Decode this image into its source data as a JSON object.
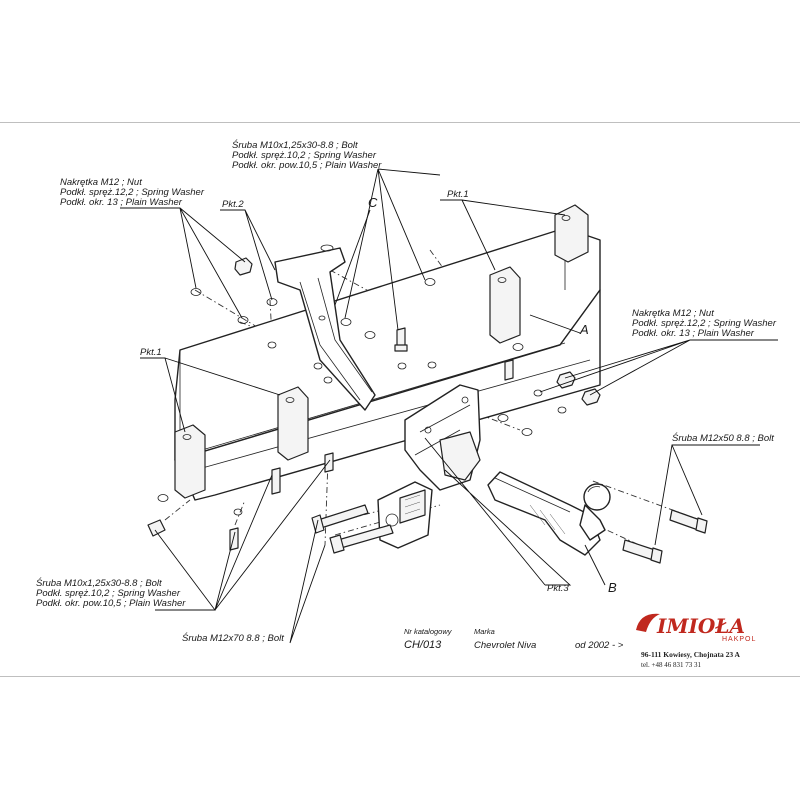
{
  "labels": {
    "bolt_top": [
      "Śruba M10x1,25x30-8.8 ;  Bolt",
      "Podkł. spręż.10,2 ; Spring Washer",
      "Podkł. okr. pow.10,5 ; Plain Washer"
    ],
    "nut_left": [
      "Nakrętka  M12 ; Nut",
      "Podkł. spręż.12,2 ; Spring Washer",
      "Podkł. okr. 13 ; Plain Washer"
    ],
    "nut_right": [
      "Nakrętka  M12 ; Nut",
      "Podkł. spręż.12,2 ; Spring Washer",
      "Podkł. okr. 13 ; Plain Washer"
    ],
    "bolt_bottom_left": [
      "Śruba M10x1,25x30-8.8 ;  Bolt",
      "Podkł. spręż.10,2 ; Spring Washer",
      "Podkł. okr. pow.10,5 ; Plain Washer"
    ],
    "bolt_m12x50": "Śruba M12x50 8.8 ;  Bolt",
    "bolt_m12x70": "Śruba M12x70 8.8 ;  Bolt",
    "pkt1_top": "Pkt.1",
    "pkt1_left": "Pkt.1",
    "pkt2": "Pkt.2",
    "pkt3": "Pkt.3",
    "letter_a": "A",
    "letter_b": "B",
    "letter_c": "C"
  },
  "title_block": {
    "catalog_label": "Nr katalogowy",
    "catalog_value": "CH/013",
    "brand_label": "Marka",
    "brand_value": "Chevrolet Niva",
    "year": "od  2002 - >"
  },
  "company": {
    "logo": "IMIOŁA",
    "sub": "HAKPOL",
    "address": "96-111 Kowiesy, Chojnata 23 A",
    "phone": "tel. +48 46 831 73 31",
    "brand_color": "#c0281e"
  },
  "icons": [
    "tow-bar-beam",
    "tow-ball",
    "socket-plate",
    "bolt",
    "nut",
    "washer"
  ]
}
